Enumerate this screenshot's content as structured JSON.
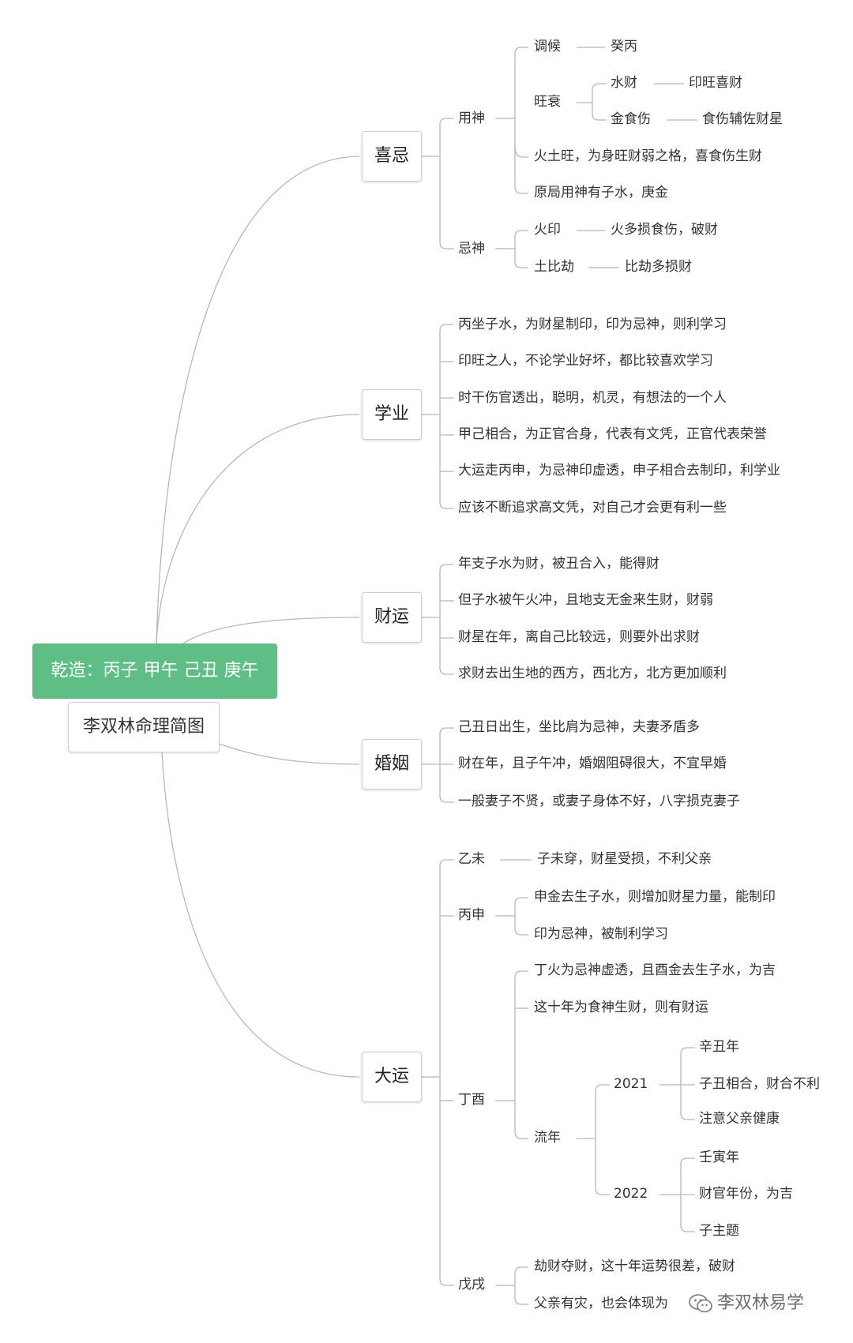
{
  "root": {
    "title": "乾造：丙子 甲午 己丑 庚午",
    "caption": "李双林命理简图",
    "color": "#5fbd86"
  },
  "watermark": "李双林易学",
  "branches": {
    "xiji": {
      "label": "喜忌",
      "yongshen": {
        "label": "用神",
        "tiaohou": {
          "label": "调候",
          "value": "癸丙"
        },
        "wangshuai": {
          "label": "旺衰",
          "shuicai": {
            "label": "水财",
            "value": "印旺喜财"
          },
          "jinshishang": {
            "label": "金食伤",
            "value": "食伤辅佐财星"
          }
        },
        "note1": "火土旺，为身旺财弱之格，喜食伤生财",
        "note2": "原局用神有子水，庚金"
      },
      "jishen": {
        "label": "忌神",
        "huoyin": {
          "label": "火印",
          "value": "火多损食伤，破财"
        },
        "tubijie": {
          "label": "土比劫",
          "value": "比劫多损财"
        }
      }
    },
    "xueye": {
      "label": "学业",
      "items": [
        "丙坐子水，为财星制印，印为忌神，则利学习",
        "印旺之人，不论学业好坏，都比较喜欢学习",
        "时干伤官透出，聪明，机灵，有想法的一个人",
        "甲己相合，为正官合身，代表有文凭，正官代表荣誉",
        "大运走丙申，为忌神印虚透，申子相合去制印，利学业",
        "应该不断追求高文凭，对自己才会更有利一些"
      ]
    },
    "caiyun": {
      "label": "财运",
      "items": [
        "年支子水为财，被丑合入，能得财",
        "但子水被午火冲，且地支无金来生财，财弱",
        "财星在年，离自己比较远，则要外出求财",
        "求财去出生地的西方，西北方，北方更加顺利"
      ]
    },
    "hunyin": {
      "label": "婚姻",
      "items": [
        "己丑日出生，坐比肩为忌神，夫妻矛盾多",
        "财在年，且子午冲，婚姻阻碍很大，不宜早婚",
        "一般妻子不贤，或妻子身体不好，八字损克妻子"
      ]
    },
    "dayun": {
      "label": "大运",
      "yiwei": {
        "label": "乙未",
        "value": "子未穿，财星受损，不利父亲"
      },
      "bingshen": {
        "label": "丙申",
        "items": [
          "申金去生子水，则增加财星力量，能制印",
          "印为忌神，被制利学习"
        ]
      },
      "dingyou": {
        "label": "丁酉",
        "items": [
          "丁火为忌神虚透，且酉金去生子水，为吉",
          "这十年为食神生财，则有财运"
        ],
        "liunian": {
          "label": "流年",
          "y2021": {
            "label": "2021",
            "items": [
              "辛丑年",
              "子丑相合，财合不利",
              "注意父亲健康"
            ]
          },
          "y2022": {
            "label": "2022",
            "items": [
              "壬寅年",
              "财官年份，为吉",
              "子主题"
            ]
          }
        }
      },
      "wuxu": {
        "label": "戊戌",
        "items": [
          "劫财夺财，这十年运势很差，破财",
          "父亲有灾，也会体现为"
        ]
      }
    }
  }
}
